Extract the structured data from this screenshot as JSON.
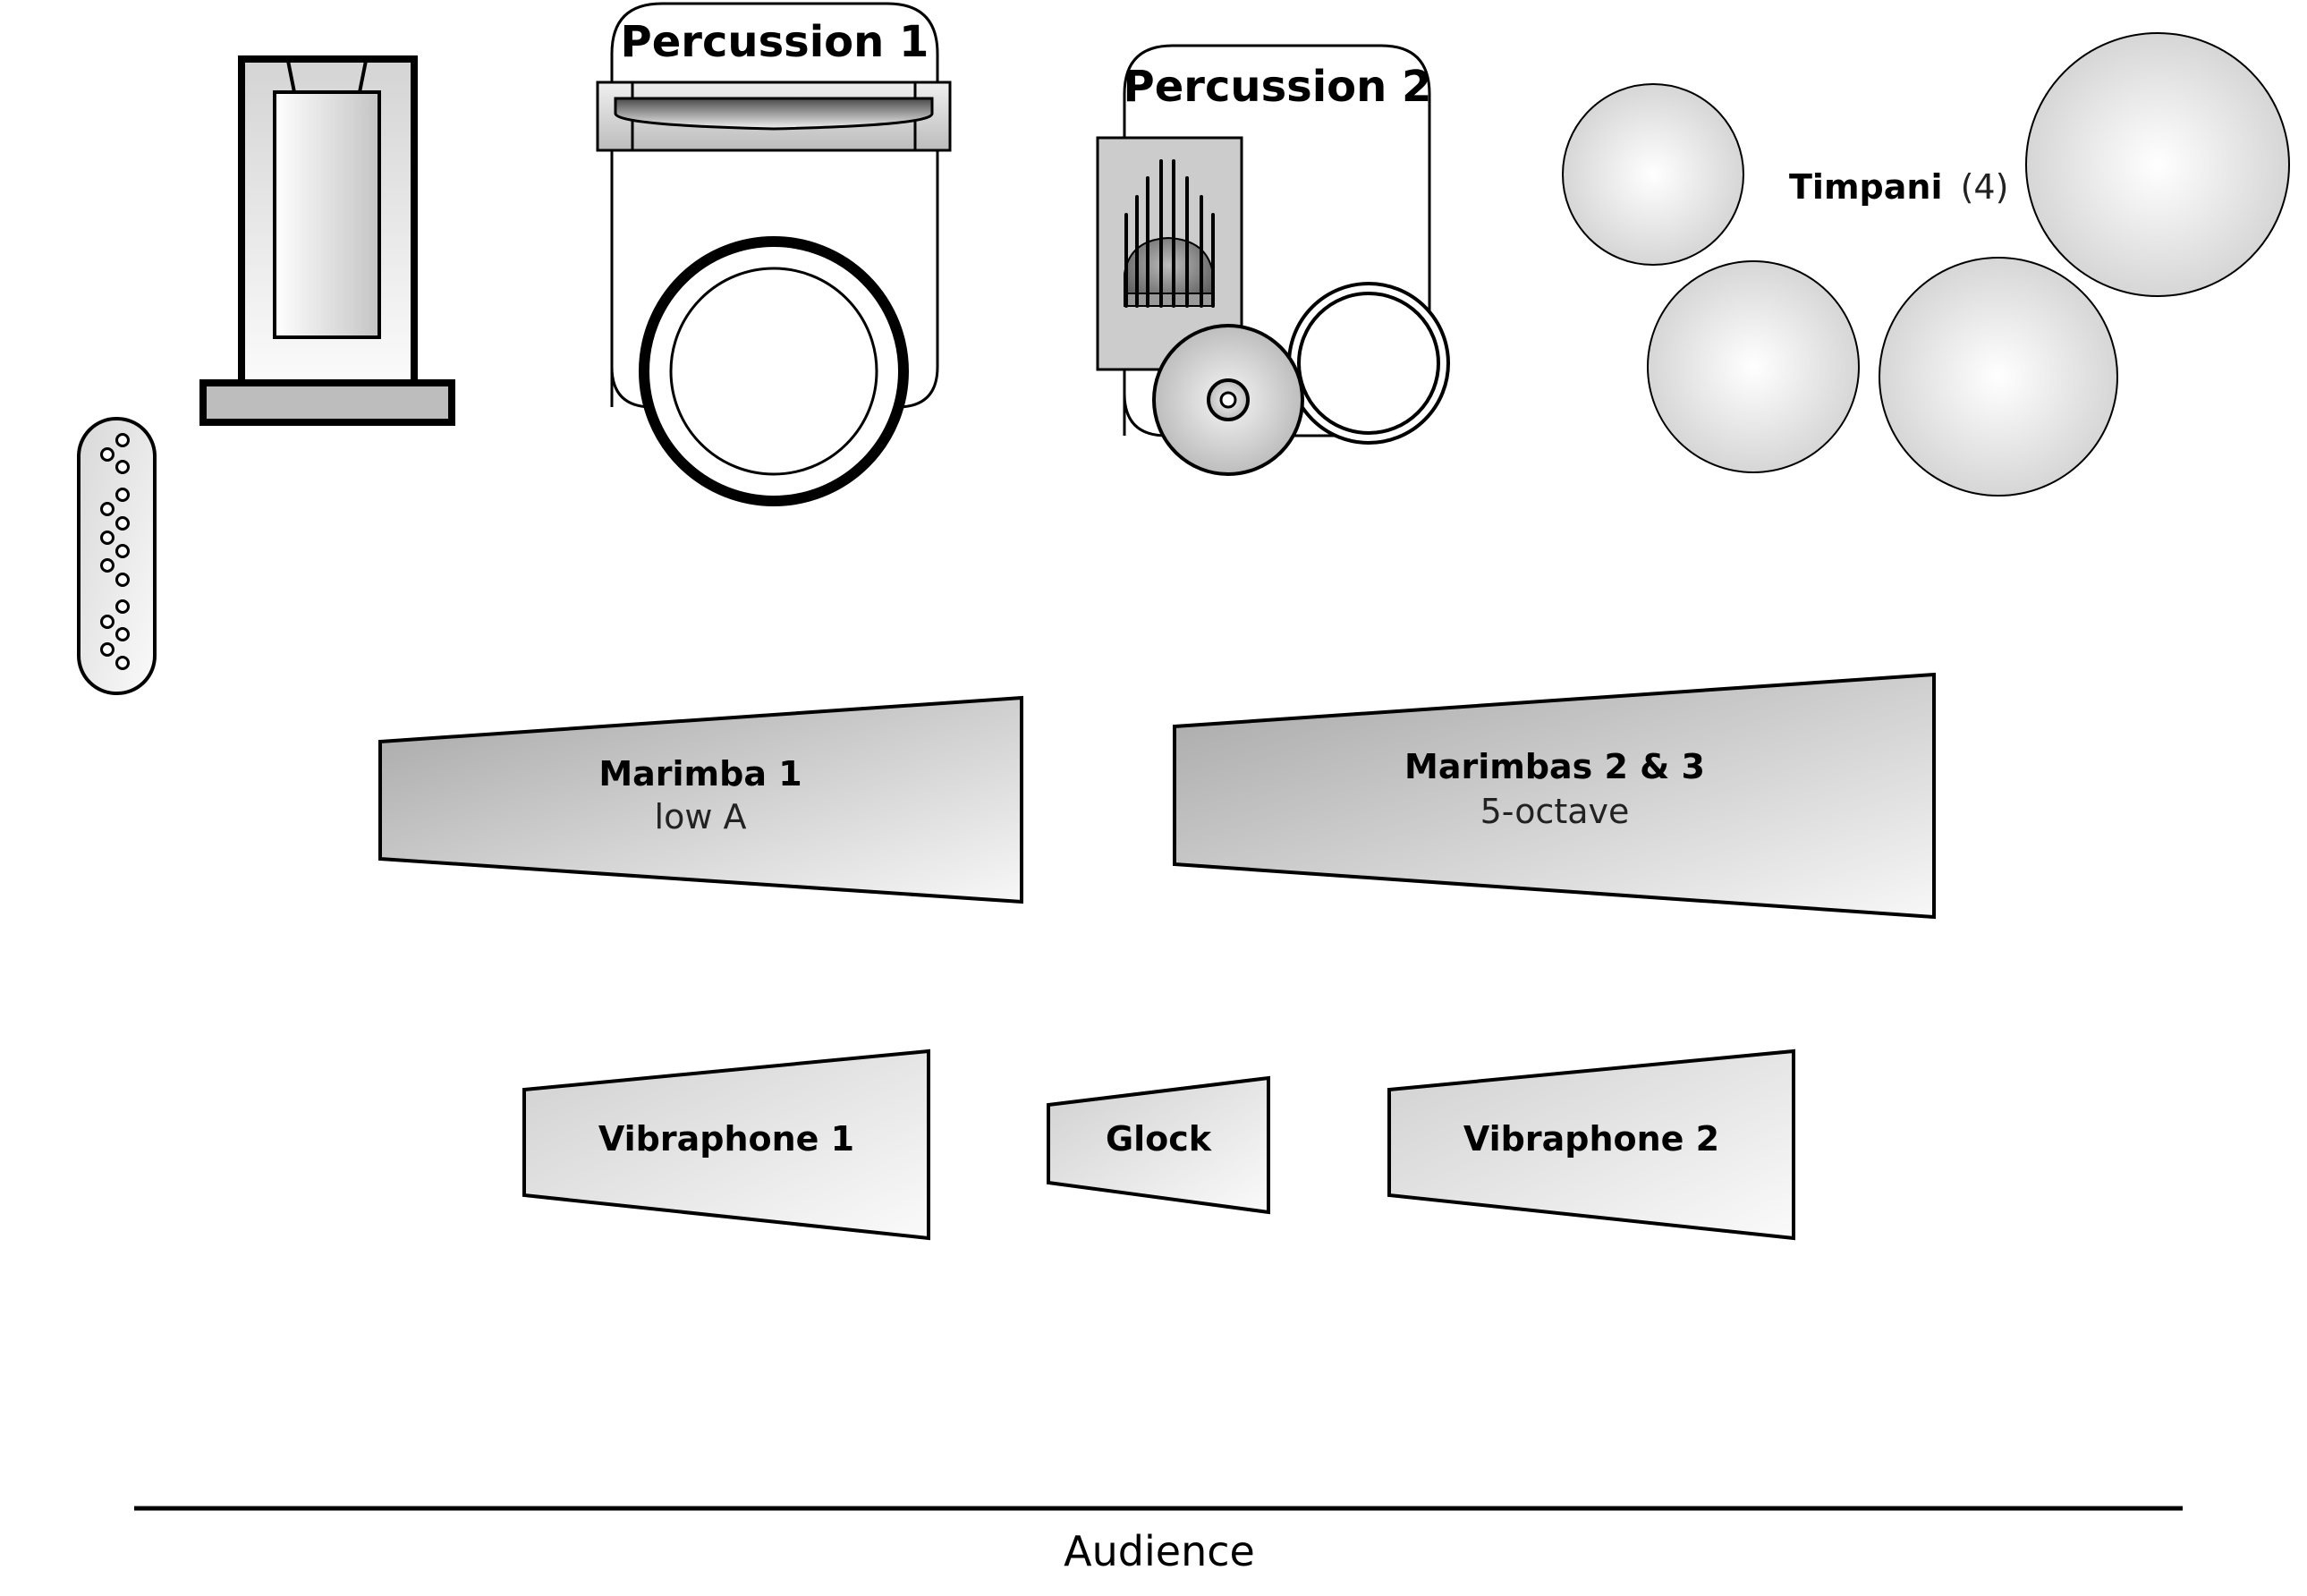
{
  "diagram": {
    "type": "stage-layout",
    "title": "Percussion ensemble stage setup",
    "audience_label": "Audience",
    "stations": {
      "percussion1": {
        "label": "Percussion 1"
      },
      "percussion2": {
        "label": "Percussion 2"
      }
    },
    "timpani": {
      "label": "Timpani",
      "count_label": "(4)",
      "count": 4
    },
    "keyboards": [
      {
        "id": "marimba1",
        "label": "Marimba 1",
        "sublabel": "low A"
      },
      {
        "id": "marimba23",
        "label": "Marimbas 2 & 3",
        "sublabel": "5-octave"
      },
      {
        "id": "vibraphone1",
        "label": "Vibraphone 1",
        "sublabel": ""
      },
      {
        "id": "glock",
        "label": "Glock",
        "sublabel": ""
      },
      {
        "id": "vibraphone2",
        "label": "Vibraphone 2",
        "sublabel": ""
      }
    ],
    "unlabeled_instruments": [
      "tubular-bells-icon",
      "mark-tree-icon",
      "bass-drum-icon",
      "chimes-rack-icon",
      "suspended-cymbal-icon",
      "snare-drum-icon"
    ],
    "colors": {
      "stroke": "#000000",
      "panel_gray": "#cccccc",
      "base_gray": "#bdbdbd",
      "gradient_dark": "#a6a6a6",
      "gradient_light": "#f7f7f7"
    }
  }
}
